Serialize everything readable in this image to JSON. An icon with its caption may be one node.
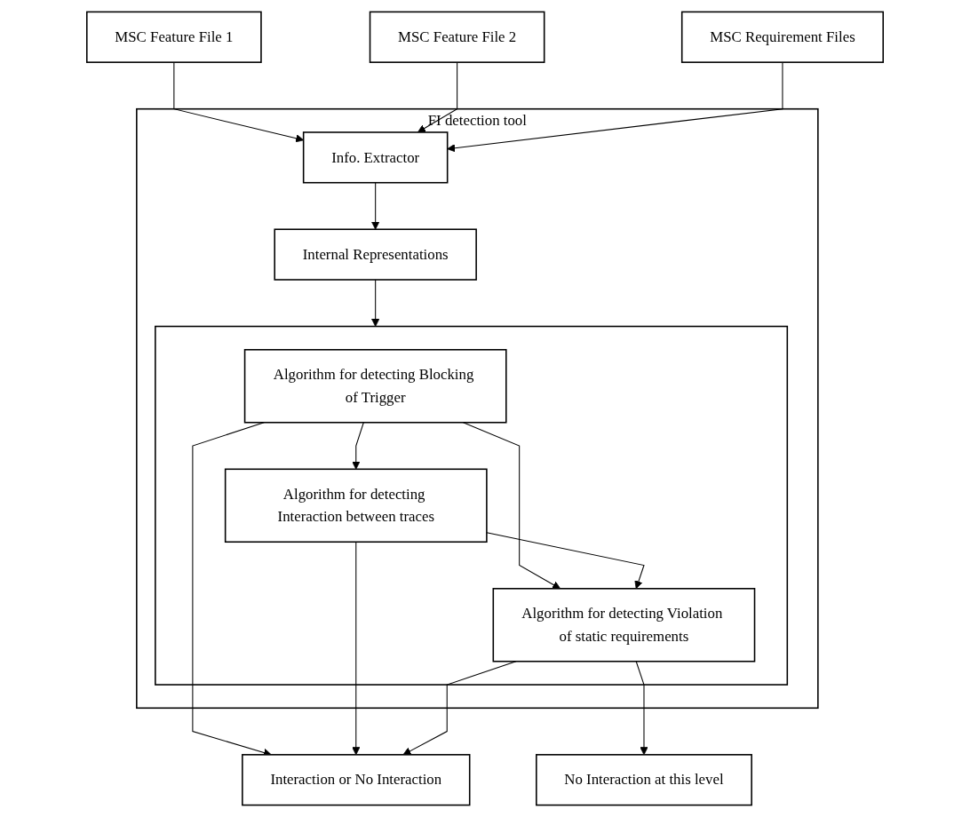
{
  "diagram": {
    "nodes": [
      {
        "text": [
          "MSC Feature File 1"
        ]
      },
      {
        "text": [
          "MSC Feature File 2"
        ]
      },
      {
        "text": [
          "MSC Requirement Files"
        ]
      },
      {
        "text": [
          "FI detection tool"
        ]
      },
      {
        "text": [
          "Info. Extractor"
        ],
        "in": 3
      },
      {
        "text": [
          "Internal Representations"
        ],
        "in": 3
      },
      {
        "text": [],
        "shape": "box",
        "in": 3
      },
      {
        "text": [
          "Algorithm for detecting Blocking of Trigger"
        ],
        "in": 6
      },
      {
        "text": [
          "Algorithm for detecting Interaction between traces"
        ],
        "in": 6
      },
      {
        "text": [
          "Algorithm for detecting Violation of static requirements"
        ],
        "in": 6
      },
      {
        "text": [
          "Interaction or No Interaction"
        ]
      },
      {
        "text": [
          "No Interaction at this level"
        ]
      }
    ],
    "edges": [
      {
        "from": 0,
        "to": 4,
        "arrow": "to"
      },
      {
        "from": 1,
        "to": 4,
        "arrow": "to"
      },
      {
        "from": 2,
        "to": 4,
        "arrow": "to"
      },
      {
        "from": 4,
        "to": 5,
        "arrow": "to"
      },
      {
        "from": 5,
        "to": 6,
        "arrow": "to"
      },
      {
        "from": 7,
        "to": 10,
        "arrow": "to"
      },
      {
        "from": 7,
        "to": 8,
        "arrow": "to"
      },
      {
        "from": 7,
        "to": 9,
        "arrow": "to"
      },
      {
        "from": 8,
        "to": 9,
        "arrow": "to"
      },
      {
        "from": 8,
        "to": 10,
        "arrow": "to"
      },
      {
        "from": 9,
        "to": 10,
        "arrow": "to"
      },
      {
        "from": 9,
        "to": 11,
        "arrow": "to"
      }
    ]
  }
}
